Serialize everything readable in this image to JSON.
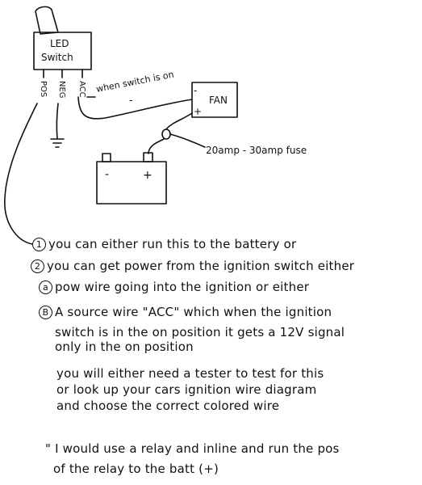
{
  "switch": {
    "label_line1": "LED",
    "label_line2": "Switch",
    "pin_pos": "POS",
    "pin_neg": "NEG",
    "pin_acc": "ACC"
  },
  "wire_notes": {
    "when_on": "when switch is on",
    "dash": "-",
    "fan_plus": "+",
    "fan_minus": "-",
    "fuse": "20amp - 30amp fuse"
  },
  "fan": {
    "label": "FAN"
  },
  "battery": {
    "minus": "-",
    "plus": "+"
  },
  "notes": [
    {
      "marker": "1",
      "text": "you can either run this to the battery or"
    },
    {
      "marker": "2",
      "text": "you can get power from the ignition switch either"
    },
    {
      "marker": "a",
      "text": "pow wire going into the ignition or either"
    },
    {
      "marker": "B",
      "text": "A source wire \"ACC\" which when the ignition"
    },
    {
      "marker": "",
      "text": "switch is in the on position it gets a 12V signal"
    },
    {
      "marker": "",
      "text": "only in the on position"
    },
    {
      "marker": "",
      "text": "you will either need a tester to test for this"
    },
    {
      "marker": "",
      "text": "or look up your cars ignition wire diagram"
    },
    {
      "marker": "",
      "text": "and choose the correct colored wire"
    },
    {
      "marker": "",
      "text": "\" I would use a relay and inline and run the pos"
    },
    {
      "marker": "",
      "text": "of the relay to the batt (+)"
    }
  ]
}
